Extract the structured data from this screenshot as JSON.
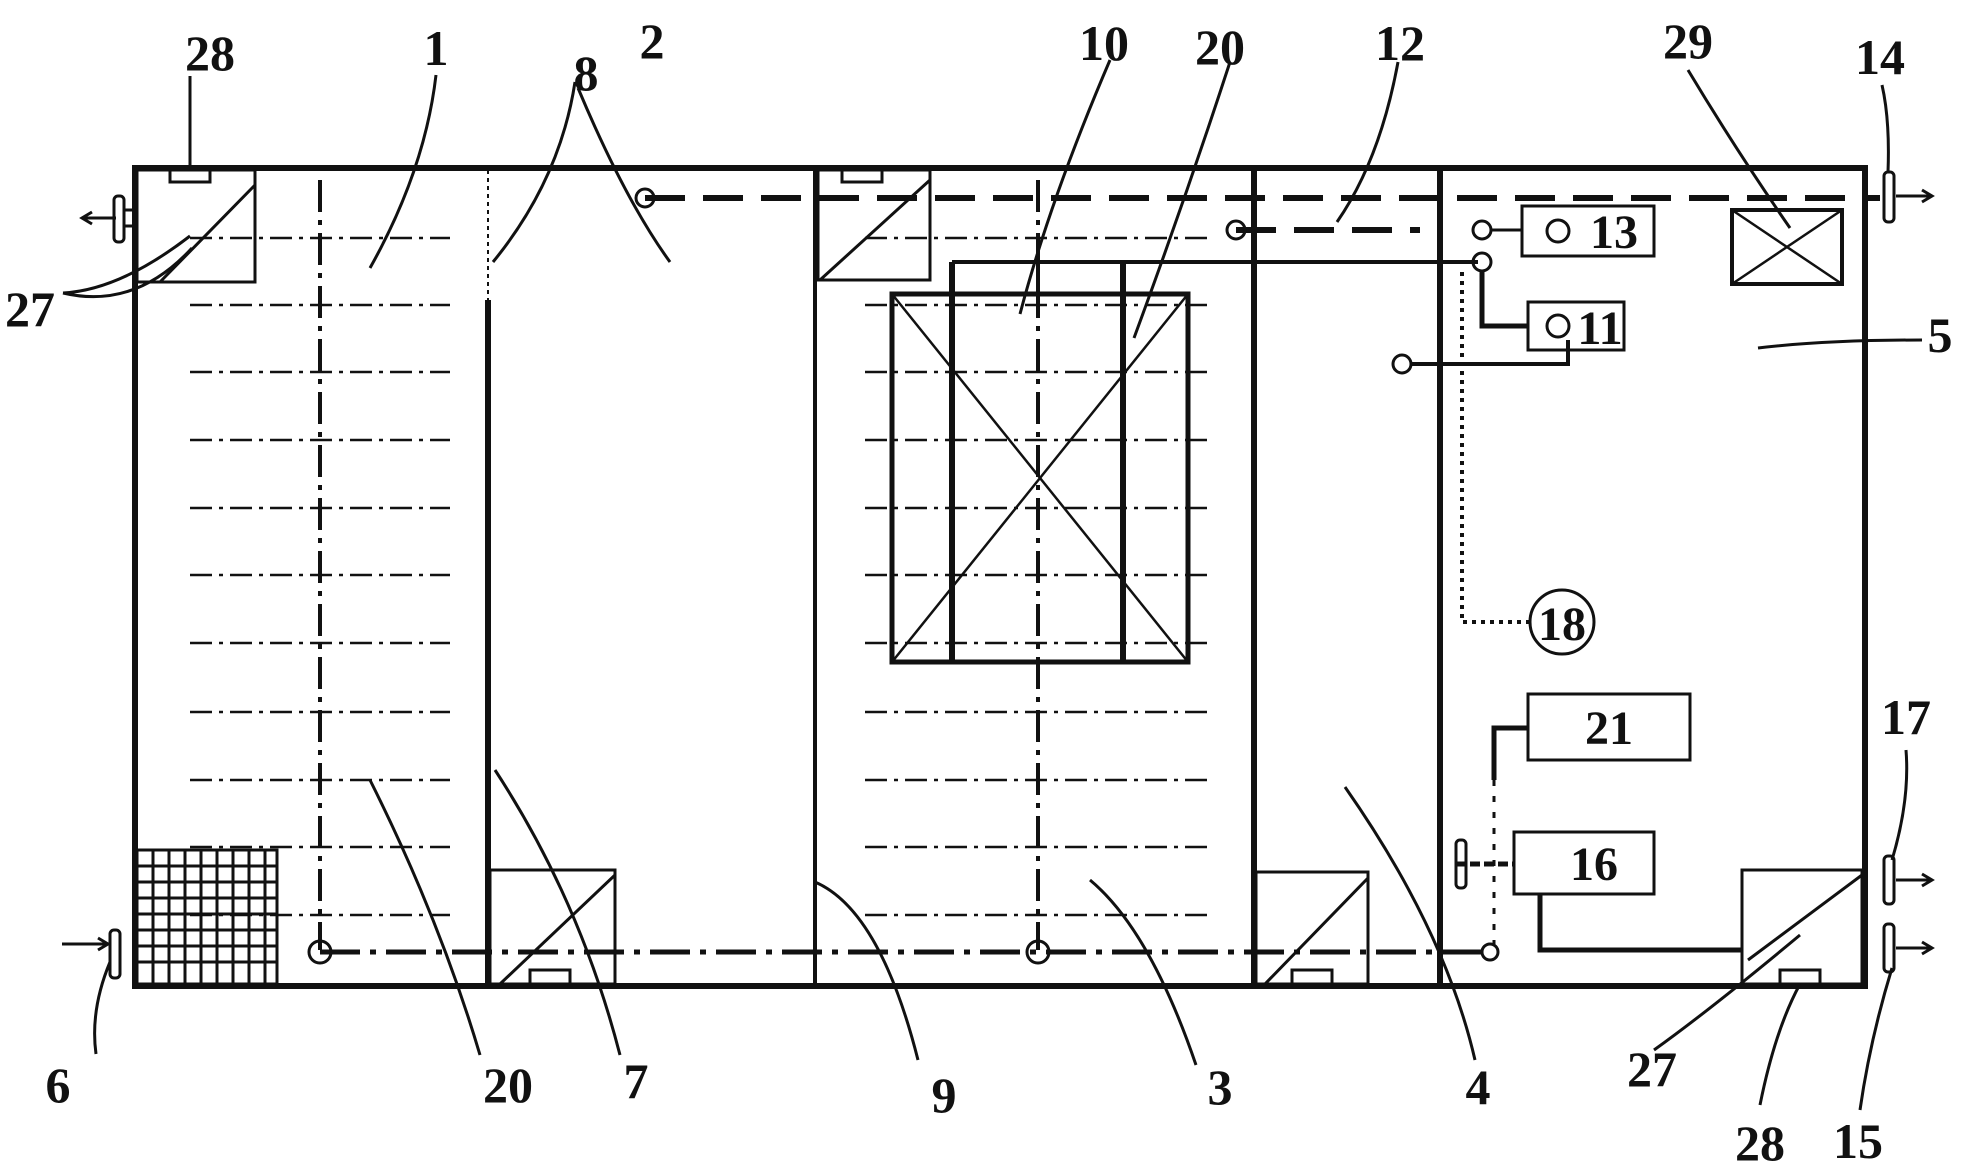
{
  "labels": {
    "l1": "1",
    "l2": "2",
    "l3": "3",
    "l4": "4",
    "l5": "5",
    "l6": "6",
    "l7": "7",
    "l8": "8",
    "l9": "9",
    "l10": "10",
    "l12": "12",
    "l14": "14",
    "l15": "15",
    "l17": "17",
    "l20a": "20",
    "l20b": "20",
    "l27a": "27",
    "l27b": "27",
    "l28a": "28",
    "l28b": "28",
    "l29": "29"
  },
  "boxes": {
    "b11": "11",
    "b13": "13",
    "b16": "16",
    "b18": "18",
    "b21": "21"
  },
  "colors": {
    "line": "#111111",
    "background": "#ffffff"
  }
}
